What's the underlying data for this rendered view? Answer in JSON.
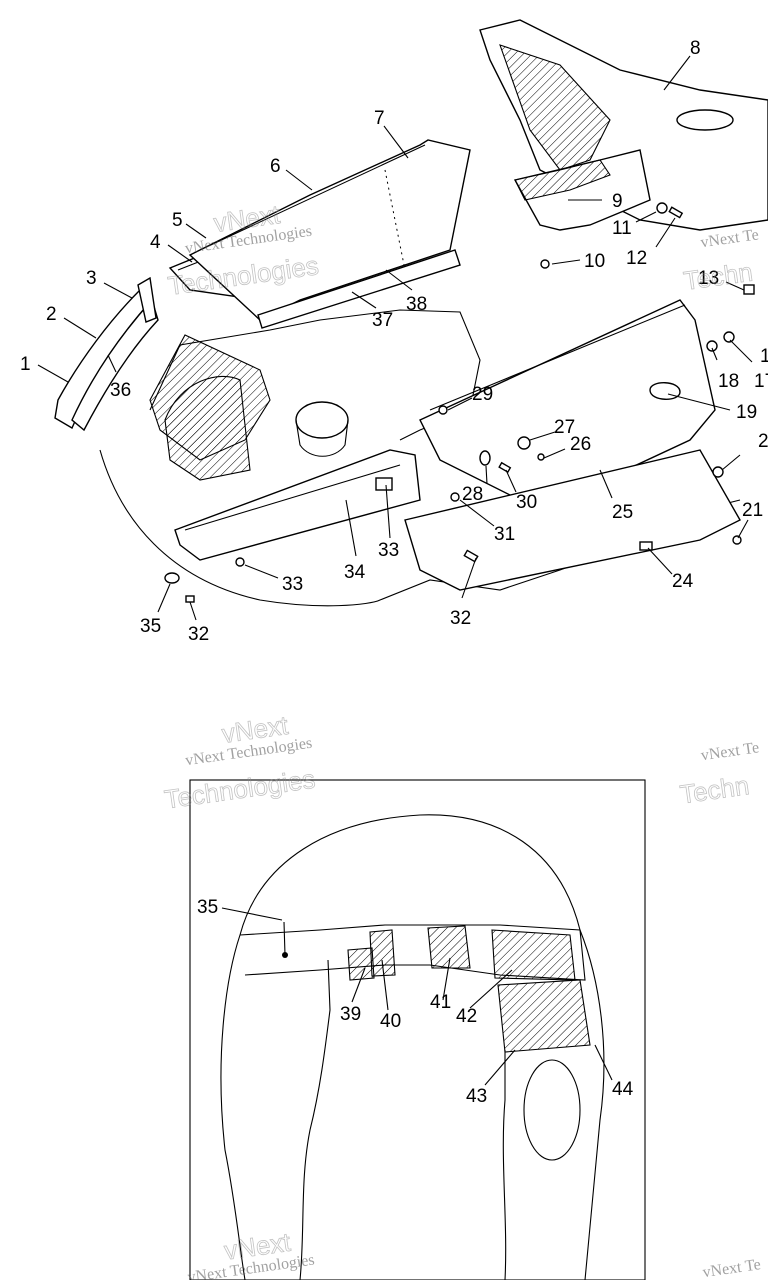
{
  "callouts": {
    "c1": "1",
    "c2": "2",
    "c3": "3",
    "c4": "4",
    "c5": "5",
    "c6": "6",
    "c7": "7",
    "c8": "8",
    "c9": "9",
    "c10": "10",
    "c11": "11",
    "c12": "12",
    "c13": "13",
    "c16": "1",
    "c17": "17",
    "c18": "18",
    "c19": "19",
    "c20": "2",
    "c21": "21",
    "c24": "24",
    "c25": "25",
    "c26": "26",
    "c27": "27",
    "c28": "28",
    "c29": "29",
    "c30": "30",
    "c31": "31",
    "c32a": "32",
    "c32b": "32",
    "c33a": "33",
    "c33b": "33",
    "c34": "34",
    "c35a": "35",
    "c35b": "35",
    "c36": "36",
    "c37": "37",
    "c38": "38",
    "c39": "39",
    "c40": "40",
    "c41": "41",
    "c42": "42",
    "c43": "43",
    "c44": "44"
  },
  "watermark": {
    "line1": "vNext Technologies",
    "line2": "vNext",
    "line3": "Technologies",
    "line1_partial": "vNext Te",
    "line3_partial": "Techn"
  }
}
